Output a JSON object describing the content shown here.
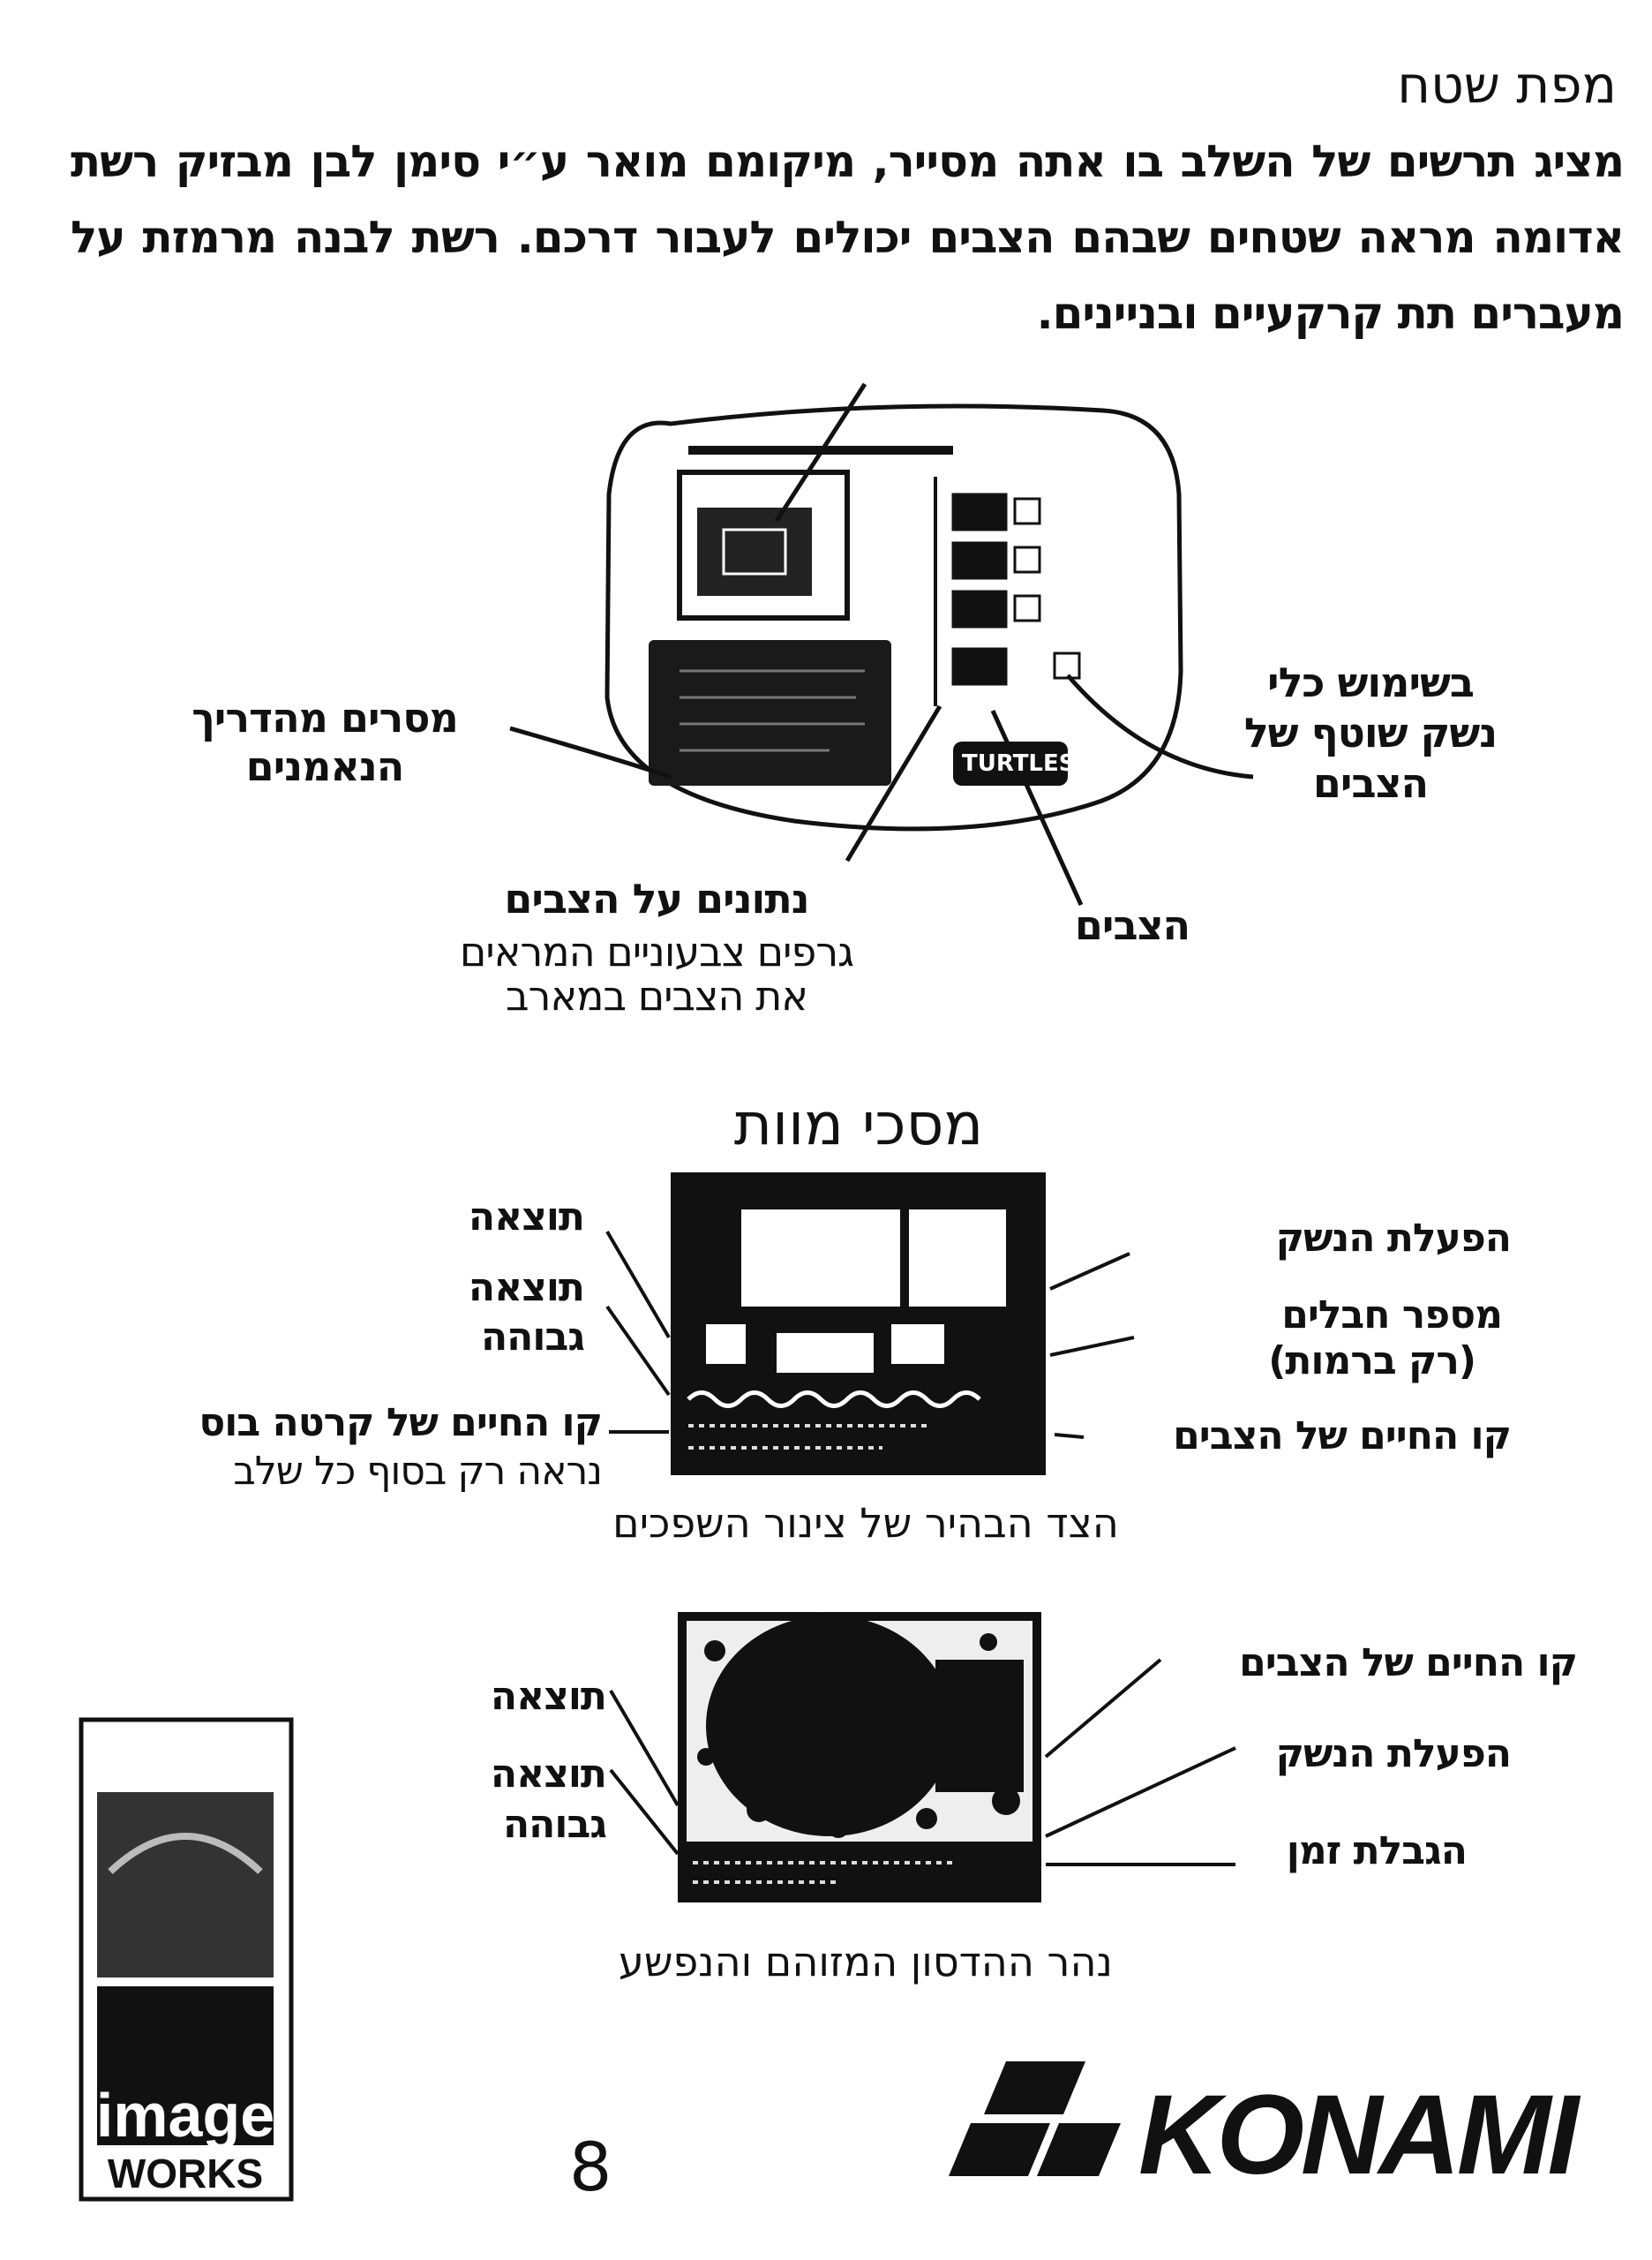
{
  "section_map": {
    "title": "מפת שטח",
    "paragraph": "מציג תרשים של השלב בו אתה מסייר, מיקומם מואר ע״י סימן לבן מבזיק רשת אדומה מראה שטחים שבהם הצבים יכולים לעבור דרכם. רשת לבנה מרמזת על מעברים תת קרקעיים ובניינים.",
    "labels": {
      "messages_line1": "מסרים מהדריך",
      "messages_line2": "הנאמנים",
      "weapon_line1": "בשימוש כלי",
      "weapon_line2": "נשק שוטף של",
      "weapon_line3": "הצבים",
      "data_title": "נתונים על הצבים",
      "data_line2": "גרפים צבעוניים המראים",
      "data_line3": "את הצבים במארב",
      "turtles": "הצבים"
    },
    "logo_text": "TURTLES"
  },
  "death_screens": {
    "title": "מסכי מוות",
    "screen1": {
      "left_labels": {
        "score": "תוצאה",
        "high_score_1": "תוצאה",
        "high_score_2": "גבוהה",
        "boss_life_1": "קו החיים של קרטה בוס",
        "boss_life_2": "נראה רק בסוף כל שלב"
      },
      "right_labels": {
        "weapon": "הפעלת הנשק",
        "ropes_1": "מספר חבלים",
        "ropes_2": "(רק ברמות)",
        "turtle_life": "קו החיים של הצבים"
      },
      "caption": "הצד הבהיר של צינור השפכים"
    },
    "screen2": {
      "left_labels": {
        "score": "תוצאה",
        "high_score_1": "תוצאה",
        "high_score_2": "גבוהה"
      },
      "right_labels": {
        "turtle_life": "קו החיים של הצבים",
        "weapon": "הפעלת הנשק",
        "time_limit": "הגבלת זמן"
      },
      "caption": "נהר ההדסון המזוהם והנפשע"
    }
  },
  "footer": {
    "page_number": "8",
    "imageworks_logo": "image WORKS",
    "konami_logo": "KONAMI"
  }
}
